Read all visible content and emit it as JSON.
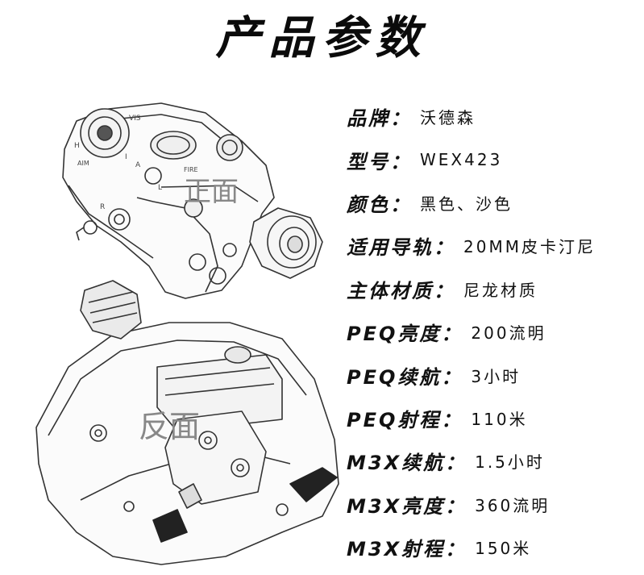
{
  "header": {
    "title": "产品参数"
  },
  "figure": {
    "front_label": "正面",
    "back_label": "反面",
    "front_markings": [
      "VIS",
      "I",
      "A",
      "H",
      "AIM",
      "FIRE",
      "R",
      "L"
    ]
  },
  "specs": [
    {
      "label": "品牌：",
      "value": "沃德森"
    },
    {
      "label": "型号：",
      "value": "WEX423"
    },
    {
      "label": "颜色：",
      "value": "黑色、沙色"
    },
    {
      "label": "适用导轨：",
      "value": "20MM皮卡汀尼"
    },
    {
      "label": "主体材质：",
      "value": "尼龙材质"
    },
    {
      "label": "PEQ亮度：",
      "value": "200流明"
    },
    {
      "label": "PEQ续航：",
      "value": "3小时"
    },
    {
      "label": "PEQ射程：",
      "value": "110米"
    },
    {
      "label": "M3X续航：",
      "value": "1.5小时"
    },
    {
      "label": "M3X亮度：",
      "value": "360流明"
    },
    {
      "label": "M3X射程：",
      "value": "150米"
    }
  ]
}
